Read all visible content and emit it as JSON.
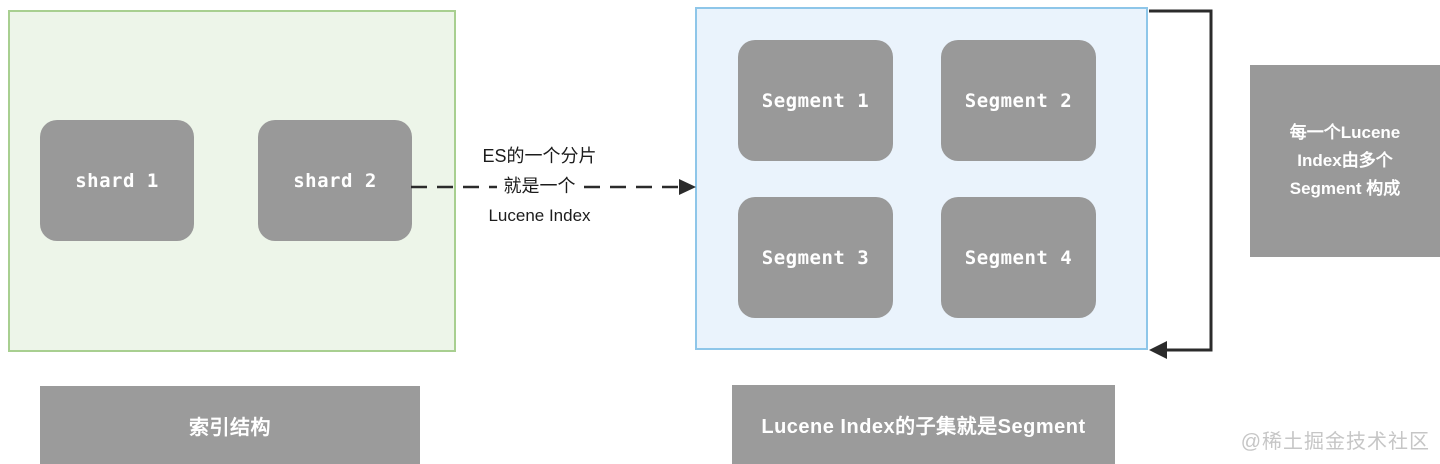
{
  "diagram": {
    "left_group": {
      "caption": "索引结构",
      "nodes": [
        "shard 1",
        "shard 2"
      ]
    },
    "middle_annotation": {
      "line1": "ES的一个分片",
      "line2": "就是一个",
      "line3": "Lucene Index"
    },
    "right_group": {
      "caption": "Lucene Index的子集就是Segment",
      "nodes": [
        "Segment 1",
        "Segment 2",
        "Segment 3",
        "Segment 4"
      ]
    },
    "side_note": {
      "line1": "每一个Lucene",
      "line2": "Index由多个",
      "line3": "Segment 构成"
    },
    "watermark": "@稀土掘金技术社区",
    "colors": {
      "green_fill": "#edf5e9",
      "green_border": "#a8cf90",
      "blue_fill": "#eaf3fc",
      "blue_border": "#8ec6e9",
      "node_gray": "#999999",
      "caption_gray": "#9b9b9b",
      "connector_dark": "#2b2b2b",
      "watermark_gray": "#c6c6c6"
    }
  }
}
